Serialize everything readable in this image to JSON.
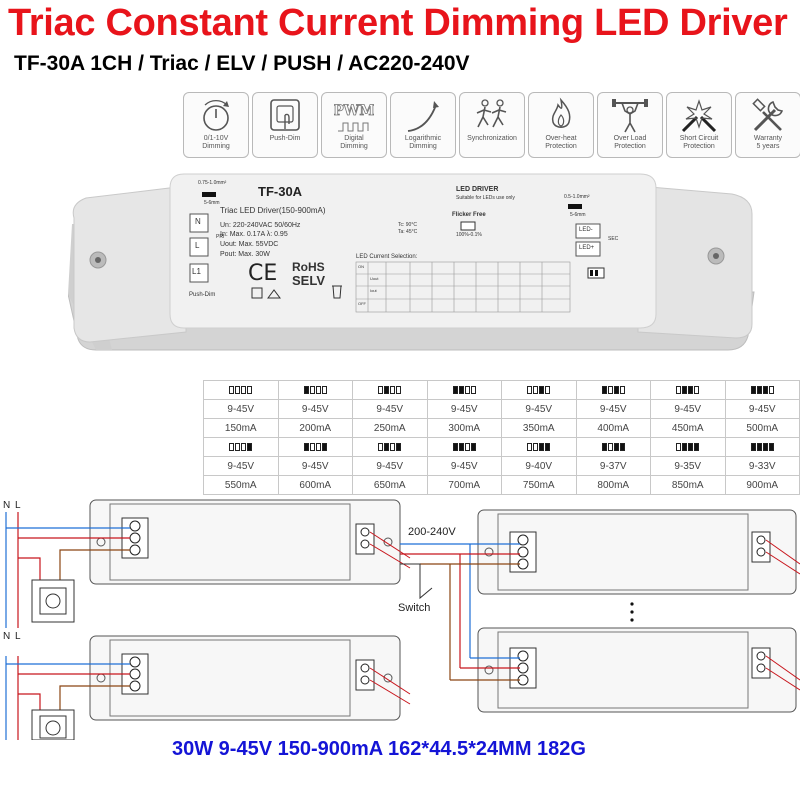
{
  "title": "Triac Constant Current Dimming LED Driver",
  "subtitle": "TF-30A 1CH / Triac / ELV / PUSH / AC220-240V",
  "features": [
    {
      "icon": "knob-icon",
      "label1": "0/1-10V",
      "label2": "Dimming"
    },
    {
      "icon": "push-button-icon",
      "label1": "Push-Dim",
      "label2": ""
    },
    {
      "icon": "pwm-icon",
      "label1": "Digital",
      "label2": "Dimming",
      "text": "PWM"
    },
    {
      "icon": "curve-icon",
      "label1": "Logarithmic",
      "label2": "Dimming"
    },
    {
      "icon": "runners-icon",
      "label1": "Synchronization",
      "label2": ""
    },
    {
      "icon": "flame-icon",
      "label1": "Over-heat",
      "label2": "Protection"
    },
    {
      "icon": "weightlifter-icon",
      "label1": "Over Load",
      "label2": "Protection"
    },
    {
      "icon": "spark-icon",
      "label1": "Short Circuit",
      "label2": "Protection"
    },
    {
      "icon": "tools-icon",
      "label1": "Warranty",
      "label2": "5 years"
    }
  ],
  "driver": {
    "model": "TF-30A",
    "description": "Triac LED Driver(150-900mA)",
    "specs": [
      "Un: 220-240VAC 50/60Hz",
      "In: Max. 0.17A  λ: 0.95",
      "Uout: Max. 55VDC",
      "Pout: Max. 30W"
    ],
    "temps": [
      "Tc: 90°C",
      "Ta: 45°C"
    ],
    "type_label": "LED DRIVER",
    "type_note": "Suitable for LEDs use only",
    "flicker": "Flicker Free",
    "flicker_range": "100%-0.1%",
    "terminals": [
      "N",
      "L",
      "L1"
    ],
    "pushdim": "Push-Dim",
    "pri": "PRI",
    "sec": "SEC",
    "out_terminals": [
      "LED-",
      "LED+"
    ],
    "wire_left": "0.75-1.0mm²",
    "wire_left_len": "5-6mm",
    "wire_right": "0.5-1.0mm²",
    "wire_right_len": "5-6mm",
    "selection_title": "LED Current Selection:",
    "rohs": "RoHS",
    "selv": "SELV",
    "dip_on": "ON",
    "dip_off": "OFF",
    "uout": "Uout",
    "iout": "Iout"
  },
  "selection": [
    {
      "voltage": "9-45V",
      "current": "150mA",
      "dip": [
        0,
        0,
        0,
        0
      ]
    },
    {
      "voltage": "9-45V",
      "current": "200mA",
      "dip": [
        1,
        0,
        0,
        0
      ]
    },
    {
      "voltage": "9-45V",
      "current": "250mA",
      "dip": [
        0,
        1,
        0,
        0
      ]
    },
    {
      "voltage": "9-45V",
      "current": "300mA",
      "dip": [
        1,
        1,
        0,
        0
      ]
    },
    {
      "voltage": "9-45V",
      "current": "350mA",
      "dip": [
        0,
        0,
        1,
        0
      ]
    },
    {
      "voltage": "9-45V",
      "current": "400mA",
      "dip": [
        1,
        0,
        1,
        0
      ]
    },
    {
      "voltage": "9-45V",
      "current": "450mA",
      "dip": [
        0,
        1,
        1,
        0
      ]
    },
    {
      "voltage": "9-45V",
      "current": "500mA",
      "dip": [
        1,
        1,
        1,
        0
      ]
    },
    {
      "voltage": "9-45V",
      "current": "550mA",
      "dip": [
        0,
        0,
        0,
        1
      ]
    },
    {
      "voltage": "9-45V",
      "current": "600mA",
      "dip": [
        1,
        0,
        0,
        1
      ]
    },
    {
      "voltage": "9-45V",
      "current": "650mA",
      "dip": [
        0,
        1,
        0,
        1
      ]
    },
    {
      "voltage": "9-45V",
      "current": "700mA",
      "dip": [
        1,
        1,
        0,
        1
      ]
    },
    {
      "voltage": "9-40V",
      "current": "750mA",
      "dip": [
        0,
        0,
        1,
        1
      ]
    },
    {
      "voltage": "9-37V",
      "current": "800mA",
      "dip": [
        1,
        0,
        1,
        1
      ]
    },
    {
      "voltage": "9-35V",
      "current": "850mA",
      "dip": [
        0,
        1,
        1,
        1
      ]
    },
    {
      "voltage": "9-33V",
      "current": "900mA",
      "dip": [
        1,
        1,
        1,
        1
      ]
    }
  ],
  "wiring": {
    "n_label": "N",
    "l_label": "L",
    "voltage": "200-240V",
    "switch": "Switch"
  },
  "spec_line": "30W 9-45V 150-900mA 162*44.5*24MM 182G"
}
